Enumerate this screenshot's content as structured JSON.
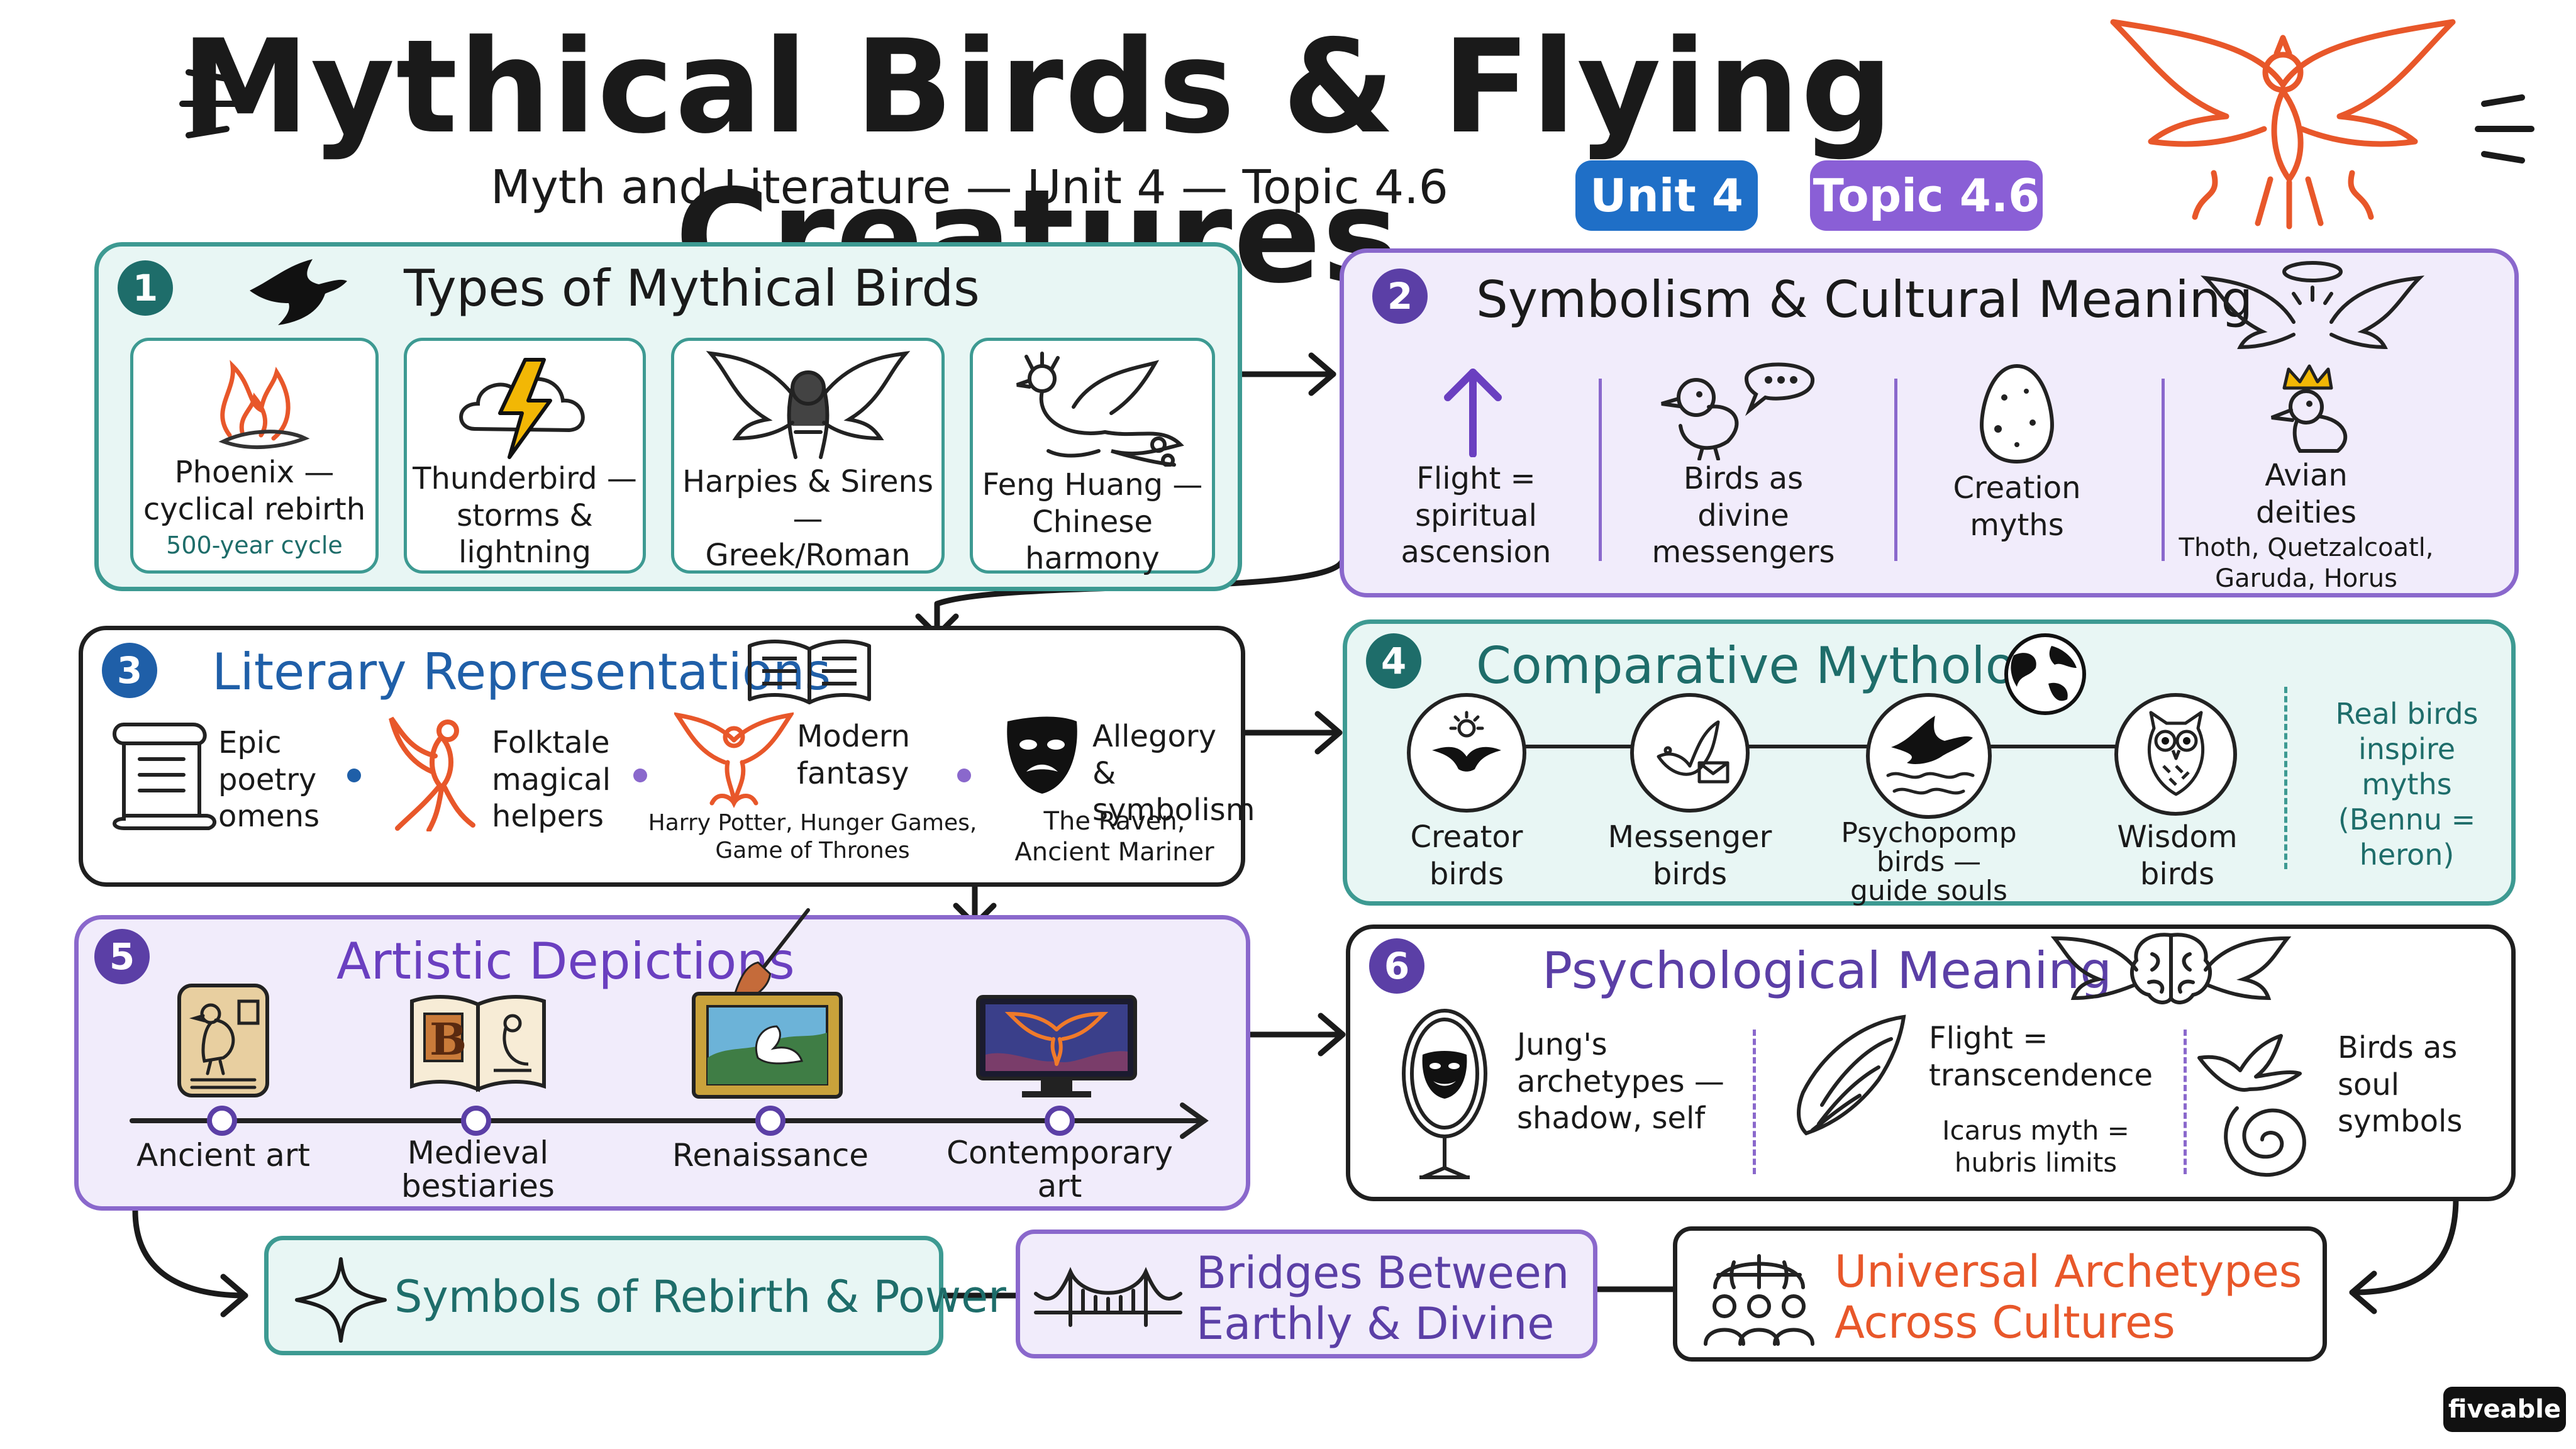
{
  "header": {
    "title": "Mythical Birds & Flying Creatures",
    "subtitle": "Myth and Literature — Unit 4 — Topic 4.6",
    "unit_badge": "Unit 4",
    "topic_badge": "Topic 4.6",
    "icon": "phoenix-icon"
  },
  "colors": {
    "teal": "#3d9a92",
    "purple": "#8a68cc",
    "orange": "#e8572a",
    "blue": "#1f5fa8"
  },
  "section1": {
    "number": "1",
    "title": "Types of Mythical Birds",
    "icon": "bird-icon",
    "cards": [
      {
        "label": "Phoenix —\ncyclical rebirth",
        "note": "500-year cycle",
        "icon": "fire-bird-icon"
      },
      {
        "label": "Thunderbird —\nstorms & lightning",
        "icon": "lightning-cloud-icon"
      },
      {
        "label": "Harpies & Sirens —\nGreek/Roman",
        "icon": "winged-woman-icon"
      },
      {
        "label": "Feng Huang —\nChinese harmony",
        "icon": "feng-huang-icon"
      }
    ]
  },
  "section2": {
    "number": "2",
    "title": "Symbolism & Cultural Meaning",
    "icon": "winged-halo-icon",
    "items": [
      {
        "label": "Flight =\nspiritual\nascension",
        "icon": "up-arrow-icon"
      },
      {
        "label": "Birds as\ndivine\nmessengers",
        "icon": "talking-bird-icon"
      },
      {
        "label": "Creation\nmyths",
        "icon": "egg-icon"
      },
      {
        "label": "Avian\ndeities",
        "detail": "Thoth, Quetzalcoatl,\nGaruda, Horus",
        "icon": "crowned-bird-icon"
      }
    ]
  },
  "section3": {
    "number": "3",
    "title": "Literary Representations",
    "icon": "open-book-icon",
    "items": [
      {
        "label": "Epic\npoetry\nomens",
        "icon": "scroll-icon"
      },
      {
        "label": "Folktale\nmagical\nhelpers",
        "icon": "firebird-icon"
      },
      {
        "label": "Modern\nfantasy",
        "detail": "Harry Potter, Hunger Games,\nGame of Thrones",
        "icon": "phoenix-small-icon"
      },
      {
        "label": "Allegory &\nsymbolism",
        "detail": "The Raven,\nAncient Mariner",
        "icon": "theatre-mask-icon"
      }
    ]
  },
  "section4": {
    "number": "4",
    "title": "Comparative Mythology",
    "icon": "globe-icon",
    "items": [
      {
        "label": "Creator\nbirds",
        "icon": "sun-bird-icon"
      },
      {
        "label": "Messenger\nbirds",
        "icon": "dove-letter-icon"
      },
      {
        "label": "Psychopomp\nbirds —\nguide souls",
        "icon": "bird-over-water-icon"
      },
      {
        "label": "Wisdom\nbirds",
        "icon": "owl-icon"
      }
    ],
    "side_note": "Real birds\ninspire myths\n(Bennu =\nheron)"
  },
  "section5": {
    "number": "5",
    "title": "Artistic Depictions",
    "icon": "paintbrush-icon",
    "timeline": [
      {
        "label": "Ancient art",
        "icon": "hieroglyph-tablet-icon"
      },
      {
        "label": "Medieval\nbestiaries",
        "icon": "illuminated-book-icon"
      },
      {
        "label": "Renaissance",
        "icon": "framed-painting-icon"
      },
      {
        "label": "Contemporary\nart",
        "icon": "monitor-phoenix-icon"
      }
    ]
  },
  "section6": {
    "number": "6",
    "title": "Psychological Meaning",
    "icon": "winged-brain-icon",
    "items": [
      {
        "label": "Jung's\narchetypes —\nshadow, self",
        "icon": "mirror-mask-icon"
      },
      {
        "label": "Flight =\ntranscendence",
        "detail": "Icarus myth =\nhubris limits",
        "icon": "wing-icon"
      },
      {
        "label": "Birds as\nsoul\nsymbols",
        "icon": "bird-spiral-icon"
      }
    ]
  },
  "bottom": [
    {
      "label": "Symbols of Rebirth & Power",
      "icon": "sparkle-icon"
    },
    {
      "label": "Bridges Between\nEarthly & Divine",
      "icon": "bridge-icon"
    },
    {
      "label": "Universal Archetypes\nAcross Cultures",
      "icon": "globe-people-icon"
    }
  ],
  "brand": "fiveable"
}
